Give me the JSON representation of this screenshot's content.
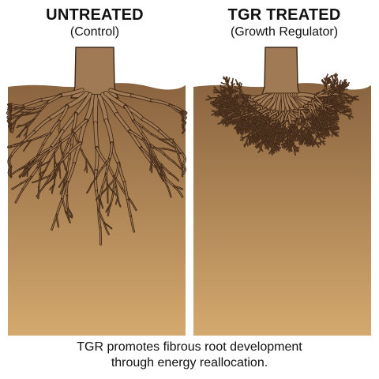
{
  "panels": [
    {
      "title": "UNTREATED",
      "subtitle": "(Control)"
    },
    {
      "title": "TGR TREATED",
      "subtitle": "(Growth Regulator)"
    }
  ],
  "caption": {
    "line1": "TGR promotes fibrous root development",
    "line2": "through energy reallocation."
  },
  "colors": {
    "soil_top": "#8a6440",
    "soil_bottom": "#d4a96e",
    "root_fill": "#a07a54",
    "root_outline": "#3e2616",
    "tree_trunk": "#a07a54"
  }
}
